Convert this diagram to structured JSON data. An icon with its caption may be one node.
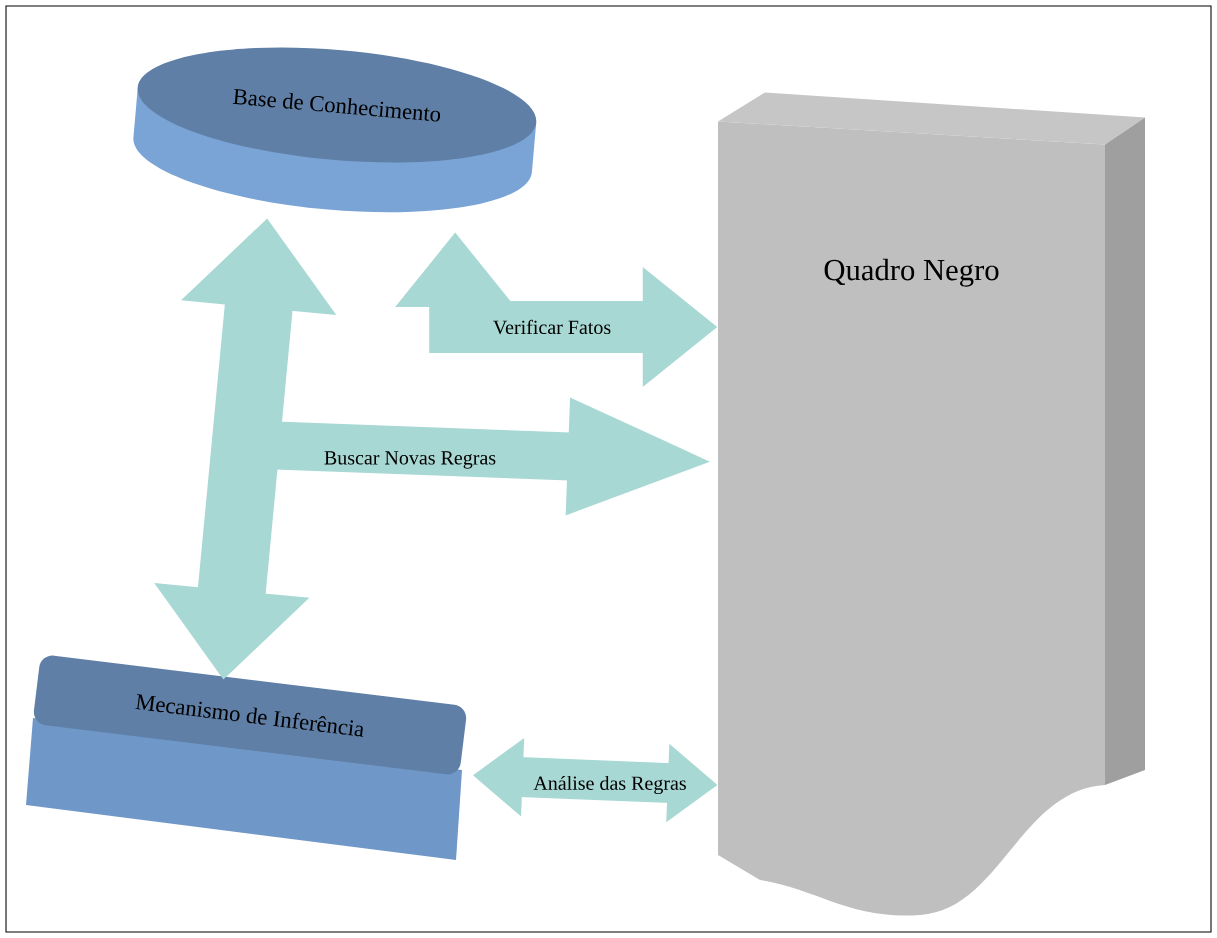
{
  "diagram": {
    "nodes": [
      {
        "text": [
          "Base de Conhecimento"
        ]
      },
      {
        "text": [
          "Quadro Negro"
        ]
      },
      {
        "text": [
          "Mecanismo de Inferência"
        ]
      }
    ],
    "edges": [
      {
        "from": 0,
        "to": 2,
        "arrow": "both"
      },
      {
        "from": 0,
        "to": 1,
        "arrow": "both",
        "label": "Verificar Fatos"
      },
      {
        "from": null,
        "to": 1,
        "arrow": "to",
        "label": "Buscar Novas Regras"
      },
      {
        "from": 2,
        "to": 1,
        "arrow": "both",
        "label": "Análise das Regras"
      }
    ]
  }
}
